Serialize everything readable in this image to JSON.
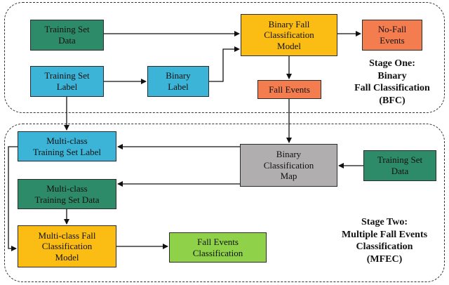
{
  "stage_one": {
    "training_set_data": "Training Set\nData",
    "training_set_label": "Training Set\nLabel",
    "binary_label": "Binary\nLabel",
    "binary_fall_classification_model": "Binary Fall\nClassification\nModel",
    "no_fall_events": "No-Fall\nEvents",
    "fall_events": "Fall Events",
    "caption": "Stage One:\nBinary\nFall Classification\n(BFC)"
  },
  "stage_two": {
    "multi_class_training_set_label": "Multi-class\nTraining Set Label",
    "binary_classification_map": "Binary\nClassification\nMap",
    "training_set_data": "Training Set\nData",
    "multi_class_training_set_data": "Multi-class\nTraining Set Data",
    "multi_class_fall_classification_model": "Multi-class Fall\nClassification\nModel",
    "fall_events_classification": "Fall Events\nClassification",
    "caption": "Stage Two:\nMultiple Fall Events\nClassification\n(MFEC)"
  },
  "colors": {
    "data": "#2e8b69",
    "label": "#3cb4d7",
    "events": "#f47d4f",
    "model": "#fbbd13",
    "map": "#b0aeae",
    "output": "#8fd24a"
  }
}
